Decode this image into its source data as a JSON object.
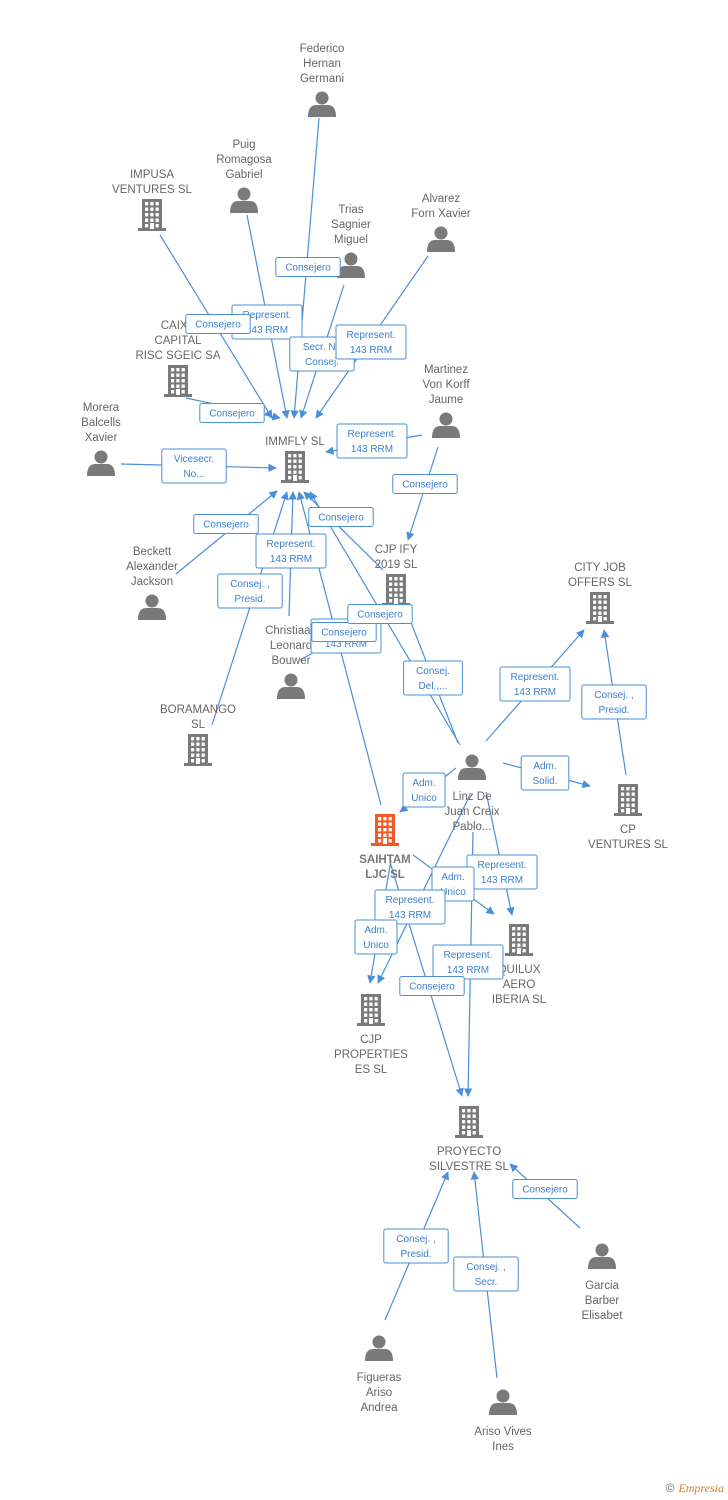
{
  "colors": {
    "edge": "#4a8fd8",
    "node": "#7a7a7a",
    "focus": "#f05a28"
  },
  "nodes": [
    {
      "id": "federico",
      "type": "person",
      "label": [
        "Federico",
        "Hernan",
        "Germani"
      ]
    },
    {
      "id": "puig",
      "type": "person",
      "label": [
        "Puig",
        "Romagosa",
        "Gabriel"
      ]
    },
    {
      "id": "impusa",
      "type": "company",
      "label": [
        "IMPUSA",
        "VENTURES  SL"
      ]
    },
    {
      "id": "trias",
      "type": "person",
      "label": [
        "Trias",
        "Sagnier",
        "Miguel"
      ]
    },
    {
      "id": "alvarez",
      "type": "person",
      "label": [
        "Alvarez",
        "Forn Xavier"
      ]
    },
    {
      "id": "caixa",
      "type": "company",
      "label": [
        "CAIXA",
        "CAPITAL",
        "RISC SGEIC SA"
      ]
    },
    {
      "id": "martinez",
      "type": "person",
      "label": [
        "Martinez",
        "Von Korff",
        "Jaume"
      ]
    },
    {
      "id": "morera",
      "type": "person",
      "label": [
        "Morera",
        "Balcells",
        "Xavier"
      ]
    },
    {
      "id": "immfly",
      "type": "company",
      "label": [
        "IMMFLY  SL"
      ]
    },
    {
      "id": "beckett",
      "type": "person",
      "label": [
        "Beckett",
        "Alexander",
        "Jackson"
      ]
    },
    {
      "id": "cjpify",
      "type": "company",
      "label": [
        "CJP IFY",
        "2019  SL"
      ]
    },
    {
      "id": "cityjob",
      "type": "company",
      "label": [
        "CITY JOB",
        "OFFERS  SL"
      ]
    },
    {
      "id": "christiaan",
      "type": "person",
      "label": [
        "Christiaan",
        "Leonard",
        "Bouwer"
      ]
    },
    {
      "id": "boramango",
      "type": "company",
      "label": [
        "BORAMANGO",
        "SL"
      ]
    },
    {
      "id": "linz",
      "type": "person",
      "label": [
        "Linz De",
        "Juan Creix",
        "Pablo..."
      ]
    },
    {
      "id": "cpventures",
      "type": "company",
      "label": [
        "CP",
        "VENTURES  SL"
      ]
    },
    {
      "id": "saihtam",
      "type": "focus",
      "label": [
        "SAIHTAM",
        "LJC  SL"
      ]
    },
    {
      "id": "quilux",
      "type": "company",
      "label": [
        "QUILUX",
        "AERO",
        "IBERIA  SL"
      ]
    },
    {
      "id": "cjpprop",
      "type": "company",
      "label": [
        "CJP",
        "PROPERTIES",
        "ES  SL"
      ]
    },
    {
      "id": "proyecto",
      "type": "company",
      "label": [
        "PROYECTO",
        "SILVESTRE  SL"
      ]
    },
    {
      "id": "garcia",
      "type": "person",
      "label": [
        "Garcia",
        "Barber",
        "Elisabet"
      ]
    },
    {
      "id": "figueras",
      "type": "person",
      "label": [
        "Figueras",
        "Ariso",
        "Andrea"
      ]
    },
    {
      "id": "ariso",
      "type": "person",
      "label": [
        "Ariso Vives",
        "Ines"
      ]
    }
  ],
  "edges": [
    {
      "from": "federico",
      "to": "immfly",
      "label": [
        "Consejero"
      ]
    },
    {
      "from": "puig",
      "to": "immfly",
      "label": [
        "Represent.",
        "143 RRM"
      ]
    },
    {
      "from": "impusa",
      "to": "immfly",
      "label": [
        "Consejero"
      ]
    },
    {
      "from": "trias",
      "to": "immfly",
      "label": [
        "Secr.  No",
        "Consej."
      ]
    },
    {
      "from": "alvarez",
      "to": "immfly",
      "label": [
        "Represent.",
        "143 RRM"
      ]
    },
    {
      "from": "caixa",
      "to": "immfly",
      "label": [
        "Consejero"
      ]
    },
    {
      "from": "martinez",
      "to": "immfly",
      "label": [
        "Represent.",
        "143 RRM"
      ]
    },
    {
      "from": "martinez",
      "to": "cjpify",
      "label": [
        "Consejero"
      ]
    },
    {
      "from": "morera",
      "to": "immfly",
      "label": [
        "Vicesecr.",
        "No..."
      ]
    },
    {
      "from": "beckett",
      "to": "immfly",
      "label": [
        "Consejero"
      ]
    },
    {
      "from": "christiaan",
      "to": "immfly",
      "label": [
        "Represent.",
        "143 RRM"
      ]
    },
    {
      "from": "boramango",
      "to": "immfly",
      "label": [
        "Consej. ,",
        "Presid."
      ]
    },
    {
      "from": "cjpify",
      "to": "immfly",
      "label": [
        "Consejero"
      ]
    },
    {
      "from": "christiaan",
      "to": "cjpify",
      "label": [
        "Represent.",
        "143 RRM"
      ]
    },
    {
      "from": "saihtam",
      "to": "immfly",
      "label": [
        "Consejero"
      ]
    },
    {
      "from": "linz",
      "to": "immfly",
      "label": [
        "Consejero"
      ]
    },
    {
      "from": "linz",
      "to": "cjpify",
      "label": [
        "Consej.",
        "Del.,..."
      ]
    },
    {
      "from": "linz",
      "to": "cityjob",
      "label": [
        "Represent.",
        "143 RRM"
      ]
    },
    {
      "from": "cpventures",
      "to": "cityjob",
      "label": [
        "Consej. ,",
        "Presid."
      ]
    },
    {
      "from": "linz",
      "to": "cpventures",
      "label": [
        "Adm.",
        "Solid."
      ]
    },
    {
      "from": "linz",
      "to": "saihtam",
      "label": [
        "Adm.",
        "Unico"
      ]
    },
    {
      "from": "linz",
      "to": "quilux",
      "label": [
        "Represent.",
        "143 RRM"
      ]
    },
    {
      "from": "saihtam",
      "to": "quilux",
      "label": [
        "Adm.",
        "Unico"
      ]
    },
    {
      "from": "linz",
      "to": "cjpprop",
      "label": [
        "Represent.",
        "143 RRM"
      ]
    },
    {
      "from": "saihtam",
      "to": "cjpprop",
      "label": [
        "Adm.",
        "Unico"
      ]
    },
    {
      "from": "linz",
      "to": "proyecto",
      "label": [
        "Represent.",
        "143 RRM"
      ]
    },
    {
      "from": "saihtam",
      "to": "proyecto",
      "label": [
        "Consejero"
      ]
    },
    {
      "from": "garcia",
      "to": "proyecto",
      "label": [
        "Consejero"
      ]
    },
    {
      "from": "figueras",
      "to": "proyecto",
      "label": [
        "Consej. ,",
        "Presid."
      ]
    },
    {
      "from": "ariso",
      "to": "proyecto",
      "label": [
        "Consej. ,",
        "Secr."
      ]
    }
  ],
  "footer": {
    "copyright": "©",
    "brand": "Empresia"
  }
}
